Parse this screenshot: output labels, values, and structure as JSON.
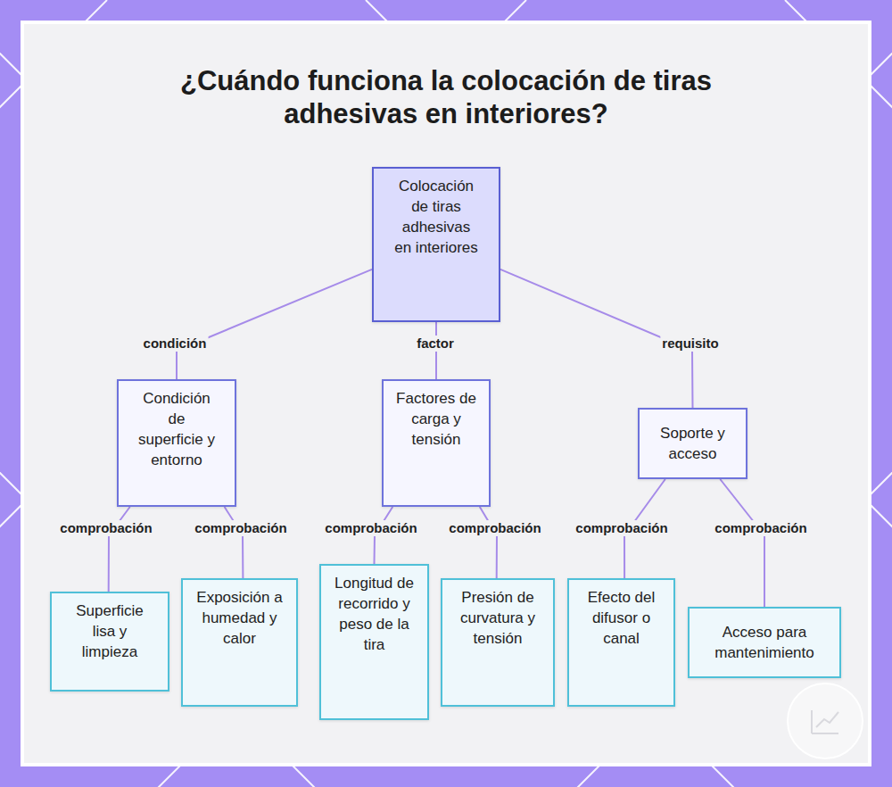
{
  "diagram": {
    "title": "¿Cuándo funciona la colocación de tiras adhesivas en interiores?",
    "nodes": [
      {
        "text": [
          "Colocación de tiras adhesivas en interiores"
        ]
      },
      {
        "text": [
          "Condición de superficie y entorno"
        ]
      },
      {
        "text": [
          "Factores de carga y tensión"
        ]
      },
      {
        "text": [
          "Soporte y acceso"
        ]
      },
      {
        "text": [
          "Superficie lisa y limpieza"
        ]
      },
      {
        "text": [
          "Exposición a humedad y calor"
        ]
      },
      {
        "text": [
          "Longitud de recorrido y peso de la tira"
        ]
      },
      {
        "text": [
          "Presión de curvatura y tensión"
        ]
      },
      {
        "text": [
          "Efecto del difusor o canal"
        ]
      },
      {
        "text": [
          "Acceso para mantenimiento"
        ]
      }
    ],
    "edges": [
      {
        "from": 0,
        "to": 1,
        "label": "condición",
        "arrow": "none"
      },
      {
        "from": 0,
        "to": 2,
        "label": "factor",
        "arrow": "none"
      },
      {
        "from": 0,
        "to": 3,
        "label": "requisito",
        "arrow": "none"
      },
      {
        "from": 1,
        "to": 4,
        "label": "comprobación",
        "arrow": "none"
      },
      {
        "from": 1,
        "to": 5,
        "label": "comprobación",
        "arrow": "none"
      },
      {
        "from": 2,
        "to": 6,
        "label": "comprobación",
        "arrow": "none"
      },
      {
        "from": 2,
        "to": 7,
        "label": "comprobación",
        "arrow": "none"
      },
      {
        "from": 3,
        "to": 8,
        "label": "comprobación",
        "arrow": "none"
      },
      {
        "from": 3,
        "to": 9,
        "label": "comprobación",
        "arrow": "none"
      }
    ]
  }
}
